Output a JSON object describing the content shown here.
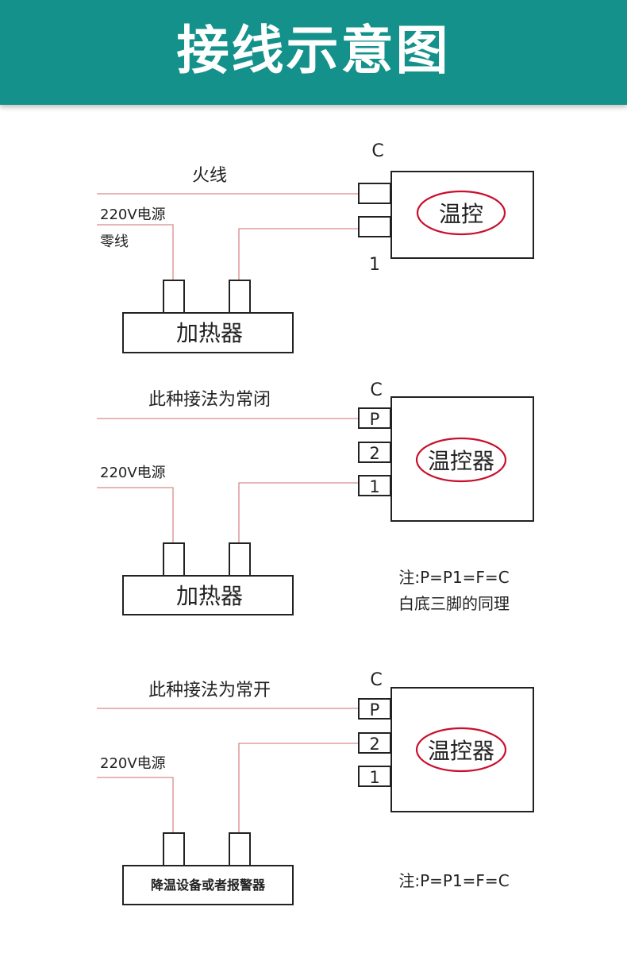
{
  "header": {
    "title": "接线示意图"
  },
  "diagram1": {
    "live_wire_label": "火线",
    "power_label": "220V电源",
    "neutral_label": "零线",
    "terminal_top": "C",
    "terminal_bottom": "1",
    "controller_label": "温控",
    "heater_label": "加热器"
  },
  "diagram2": {
    "mode_label": "此种接法为常闭",
    "power_label": "220V电源",
    "terminal_top": "C",
    "pins": [
      "P",
      "2",
      "1"
    ],
    "controller_label": "温控器",
    "heater_label": "加热器",
    "note_line1": "注:P=P1=F=C",
    "note_line2": "白底三脚的同理"
  },
  "diagram3": {
    "mode_label": "此种接法为常开",
    "power_label": "220V电源",
    "terminal_top": "C",
    "pins": [
      "P",
      "2",
      "1"
    ],
    "controller_label": "温控器",
    "device_label": "降温设备或者报警器",
    "note_line1": "注:P=P1=F=C"
  },
  "colors": {
    "header_bg": "#14918a",
    "wire": "#d98a8a",
    "ring": "#c8102e"
  }
}
